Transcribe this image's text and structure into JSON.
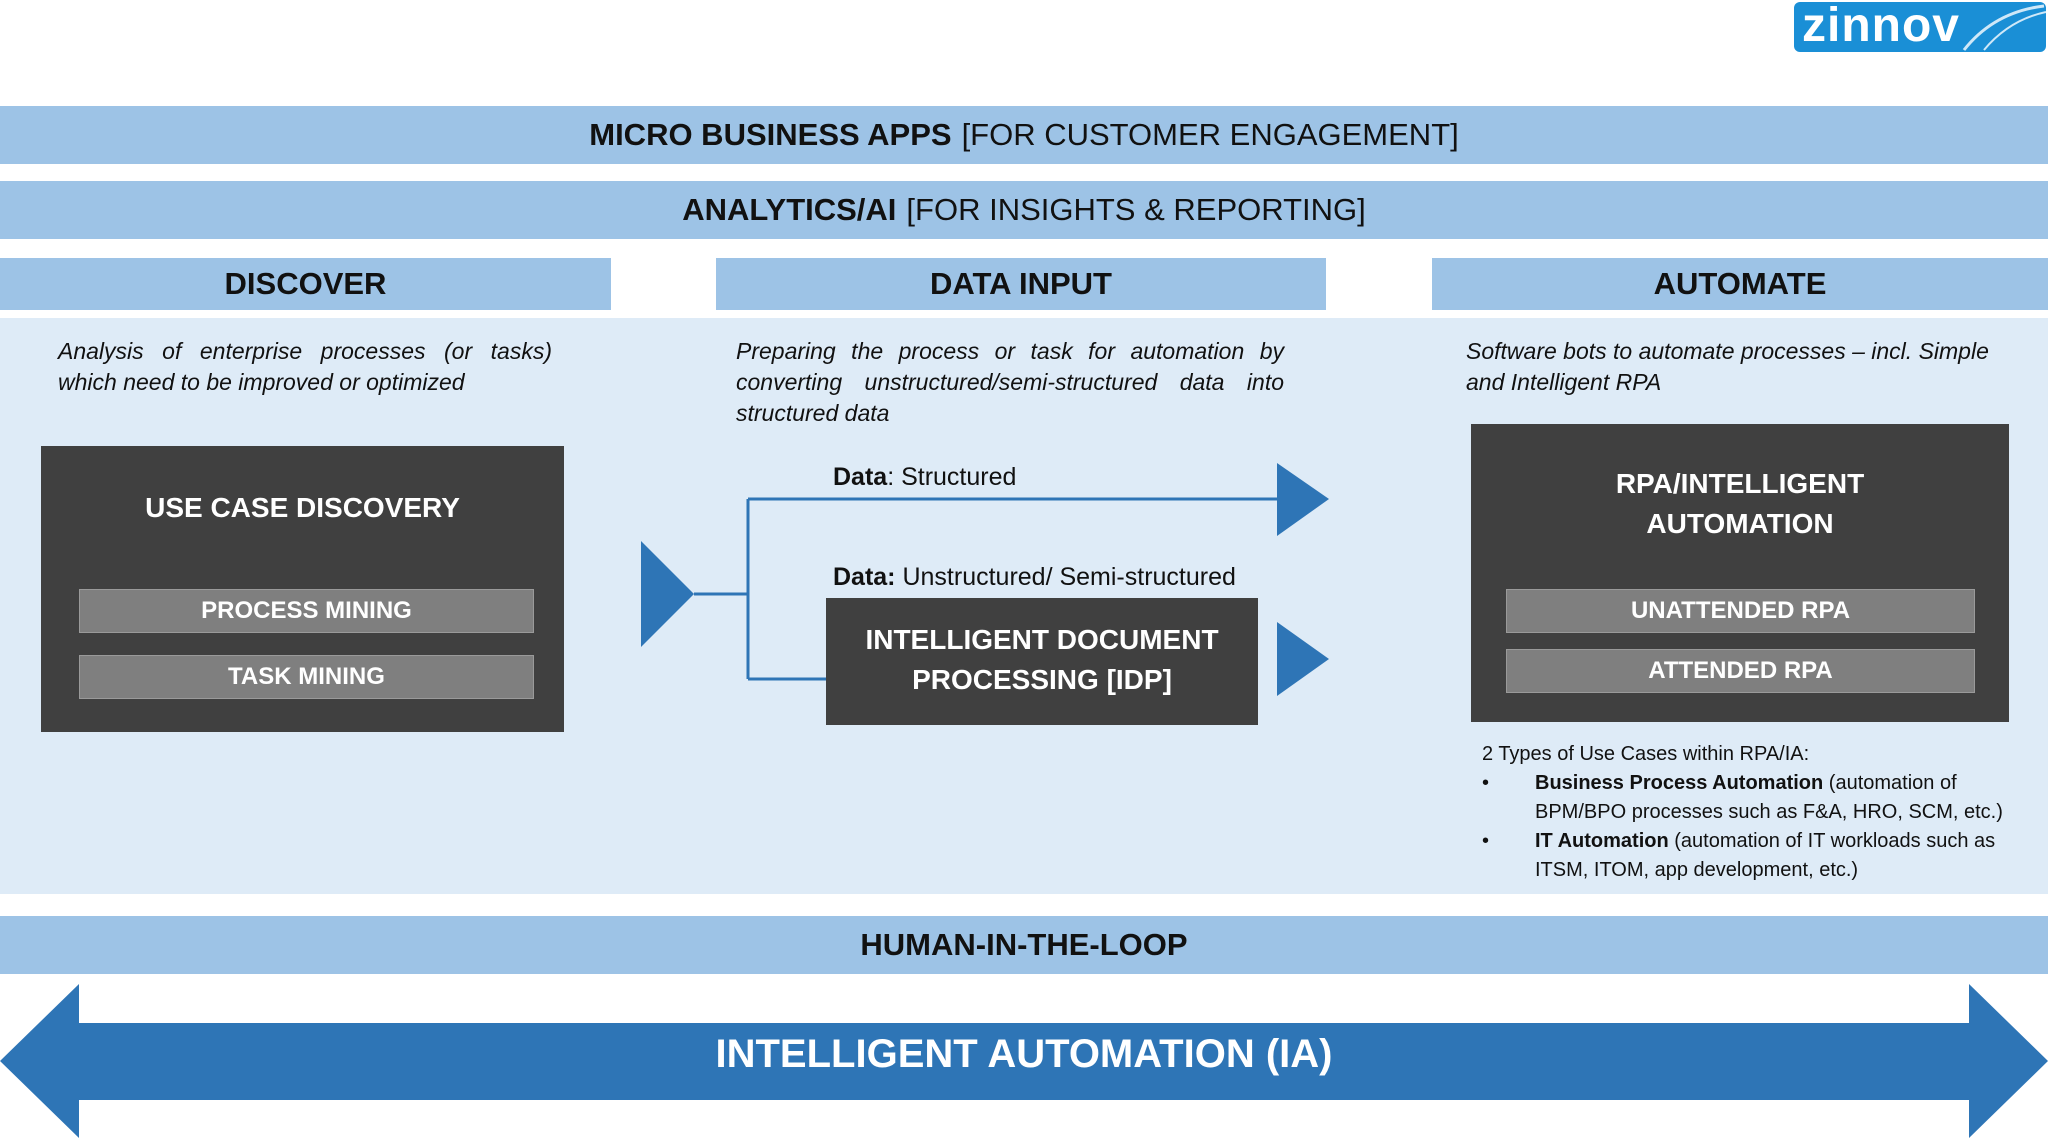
{
  "logo": {
    "text": "zinnov"
  },
  "bars": {
    "micro_apps": {
      "bold": "MICRO BUSINESS APPS",
      "rest": "[FOR CUSTOMER ENGAGEMENT]"
    },
    "analytics": {
      "bold": "ANALYTICS/AI",
      "rest": "[FOR INSIGHTS & REPORTING]"
    },
    "human": {
      "text": "HUMAN-IN-THE-LOOP"
    }
  },
  "columns": {
    "discover": {
      "header": "DISCOVER",
      "description": "Analysis of enterprise processes (or tasks) which need to be improved or optimized",
      "box_title": "USE CASE DISCOVERY",
      "items": [
        "PROCESS MINING",
        "TASK MINING"
      ]
    },
    "data_input": {
      "header": "DATA INPUT",
      "description": "Preparing the process or task for automation by converting unstructured/semi-structured data into structured data",
      "structured": {
        "bold": "Data",
        "rest": ": Structured"
      },
      "unstructured": {
        "bold": "Data:",
        "rest": " Unstructured/ Semi-structured"
      },
      "idp_title": "INTELLIGENT DOCUMENT PROCESSING [IDP]"
    },
    "automate": {
      "header": "AUTOMATE",
      "description": "Software bots to automate processes – incl. Simple and Intelligent RPA",
      "box_title": "RPA/INTELLIGENT AUTOMATION",
      "items": [
        "UNATTENDED RPA",
        "ATTENDED RPA"
      ],
      "notes_intro": "2 Types of Use Cases within RPA/IA:",
      "notes": [
        {
          "bold": "Business Process Automation",
          "rest": " (automation of BPM/BPO processes such as F&A, HRO, SCM, etc.)"
        },
        {
          "bold": "IT Automation",
          "rest": " (automation of IT workloads such as ITSM, ITOM, app development, etc.)"
        }
      ]
    }
  },
  "footer": {
    "label": "INTELLIGENT AUTOMATION (IA)"
  },
  "colors": {
    "light_blue": "#9dc3e6",
    "pale_blue": "#deebf7",
    "dark_box": "#404040",
    "grey_item": "#7f7f7f",
    "arrow_blue": "#2e75b6"
  },
  "icons": {
    "bullet": "•"
  }
}
